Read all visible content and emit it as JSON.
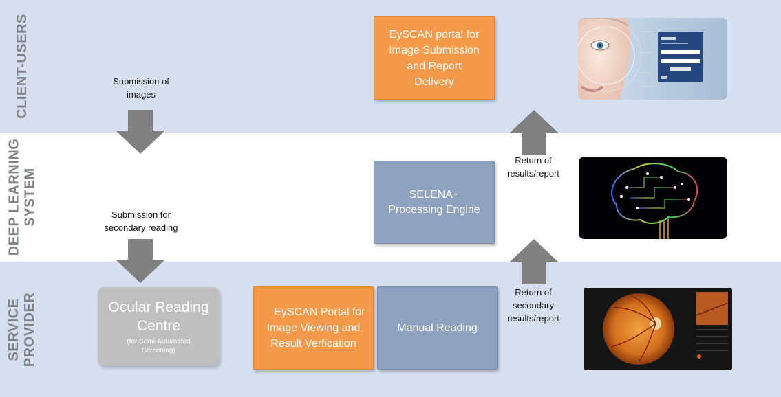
{
  "lanes": {
    "client": "CLIENT-USERS",
    "deep": "DEEP LEARNING\nSYSTEM",
    "service": "SERVICE\nPROVIDER"
  },
  "labels": {
    "submission_images": "Submission of\nimages",
    "submission_secondary": "Submission for\nsecondary reading",
    "return_results": "Return of\nresults/report",
    "return_secondary": "Return of\nsecondary\nresults/report"
  },
  "boxes": {
    "eyscan_submission": "EySCAN portal for\nImage Submission\nand Report\nDelivery",
    "selena": "SELENA+\nProcessing Engine",
    "ocular_title": "Ocular Reading\nCentre",
    "ocular_sub": "(for Semi-Automated\nScreening)",
    "eyscan_viewing_line1": "EySCAN Portal for\nImage Viewing and\nResult ",
    "eyscan_viewing_underlined": "Verfication",
    "manual_reading": "Manual Reading"
  },
  "colors": {
    "band": "#d6dff0",
    "orange": "#f5994a",
    "blue": "#8ea2bf",
    "grey_box": "#bfbfbf",
    "arrow": "#808080"
  }
}
